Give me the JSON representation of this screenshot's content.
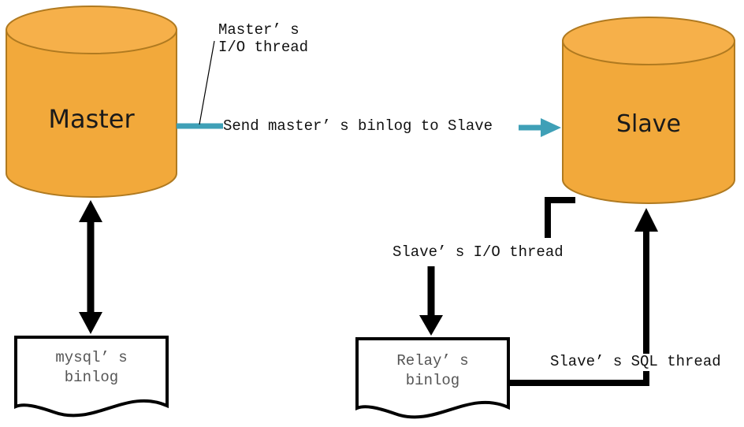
{
  "nodes": {
    "master": {
      "label": "Master"
    },
    "slave": {
      "label": "Slave"
    },
    "master_binlog": {
      "line1": "mysql’ s",
      "line2": "binlog"
    },
    "relay_binlog": {
      "line1": "Relay’ s",
      "line2": "binlog"
    }
  },
  "labels": {
    "master_io_line1": "Master’ s",
    "master_io_line2": "I/O thread",
    "send_binlog": "Send master’ s binlog to Slave",
    "slave_io": "Slave’ s I/O thread",
    "slave_sql": "Slave’ s SQL thread"
  },
  "colors": {
    "cylinder_fill": "#F2A93B",
    "cylinder_stroke": "#B07A20",
    "send_arrow": "#3FA0B7",
    "line": "#000000",
    "doc_text": "#555555"
  }
}
